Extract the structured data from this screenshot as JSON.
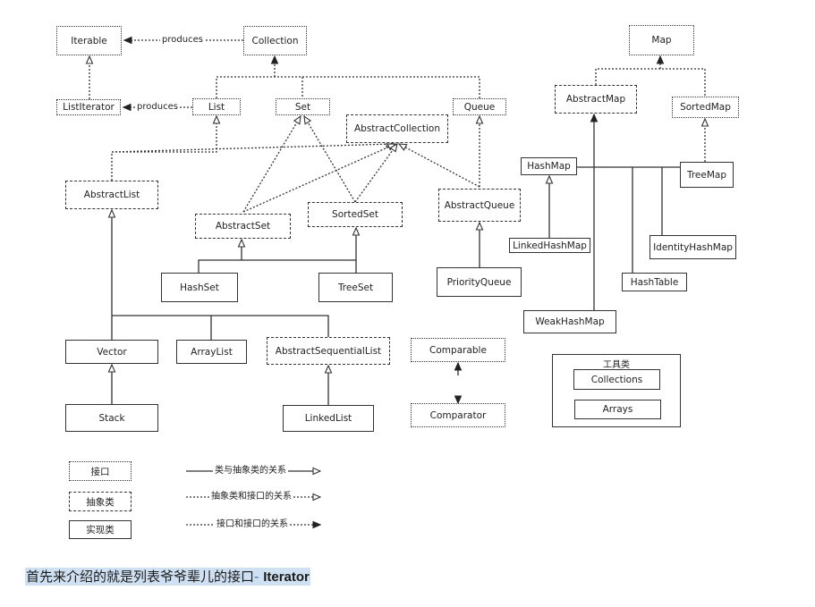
{
  "nodes": {
    "iterable": "Iterable",
    "collection": "Collection",
    "map": "Map",
    "list_iterator": "ListIterator",
    "list": "List",
    "set": "Set",
    "queue": "Queue",
    "abstract_collection": "AbstractCollection",
    "abstract_map": "AbstractMap",
    "sorted_map": "SortedMap",
    "abstract_list": "AbstractList",
    "abstract_set": "AbstractSet",
    "sorted_set": "SortedSet",
    "abstract_queue": "AbstractQueue",
    "hash_map": "HashMap",
    "tree_map": "TreeMap",
    "linked_hash_map": "LinkedHashMap",
    "identity_hash_map": "IdentityHashMap",
    "hash_set": "HashSet",
    "tree_set": "TreeSet",
    "priority_queue": "PriorityQueue",
    "hash_table": "HashTable",
    "weak_hash_map": "WeakHashMap",
    "vector": "Vector",
    "array_list": "ArrayList",
    "abstract_sequential_list": "AbstractSequentialList",
    "comparable": "Comparable",
    "comparator": "Comparator",
    "stack": "Stack",
    "linked_list": "LinkedList"
  },
  "edge_labels": {
    "produces_1": "produces",
    "produces_2": "produces"
  },
  "utility": {
    "title": "工具类",
    "collections": "Collections",
    "arrays": "Arrays"
  },
  "legend": {
    "interface": "接口",
    "abstract_class": "抽象类",
    "concrete_class": "实现类",
    "class_abstract_relation": "类与抽象类的关系",
    "abstract_interface_relation": "抽象类和接口的关系",
    "interface_interface_relation": "接口和接口的关系"
  },
  "caption": {
    "text": "首先来介绍的就是列表爷爷辈儿的接口",
    "separator": "-",
    "keyword": "Iterator"
  }
}
